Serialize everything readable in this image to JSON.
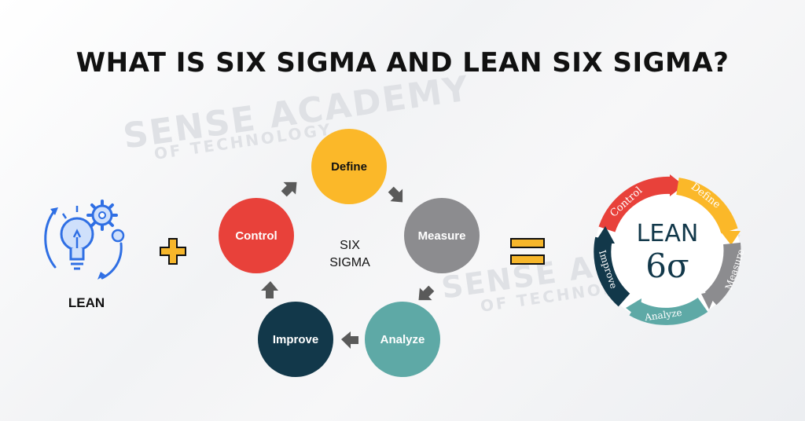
{
  "title": "WHAT IS SIX SIGMA AND LEAN SIX SIGMA?",
  "watermark": {
    "line1": "SENSE ACADEMY",
    "line2": "OF TECHNOLOGY"
  },
  "lean": {
    "label": "LEAN",
    "icon": "lightbulb-gear-icon"
  },
  "operators": {
    "plus": "plus-icon",
    "equals": "equals-icon"
  },
  "cycle": {
    "center_line1": "SIX",
    "center_line2": "SIGMA",
    "steps": [
      {
        "label": "Define",
        "color": "#fbb829"
      },
      {
        "label": "Measure",
        "color": "#8c8c8f"
      },
      {
        "label": "Analyze",
        "color": "#5ea9a6"
      },
      {
        "label": "Improve",
        "color": "#12384a"
      },
      {
        "label": "Control",
        "color": "#e8413a"
      }
    ]
  },
  "badge": {
    "line1": "LEAN",
    "line2": "6σ",
    "segments": [
      "Control",
      "Define",
      "Measure",
      "Analyze",
      "Improve"
    ]
  },
  "colors": {
    "plus": "#f6b62b",
    "equals": "#f6b62b",
    "arrow": "#5a5a5a",
    "icon_blue": "#2f6fe4"
  }
}
